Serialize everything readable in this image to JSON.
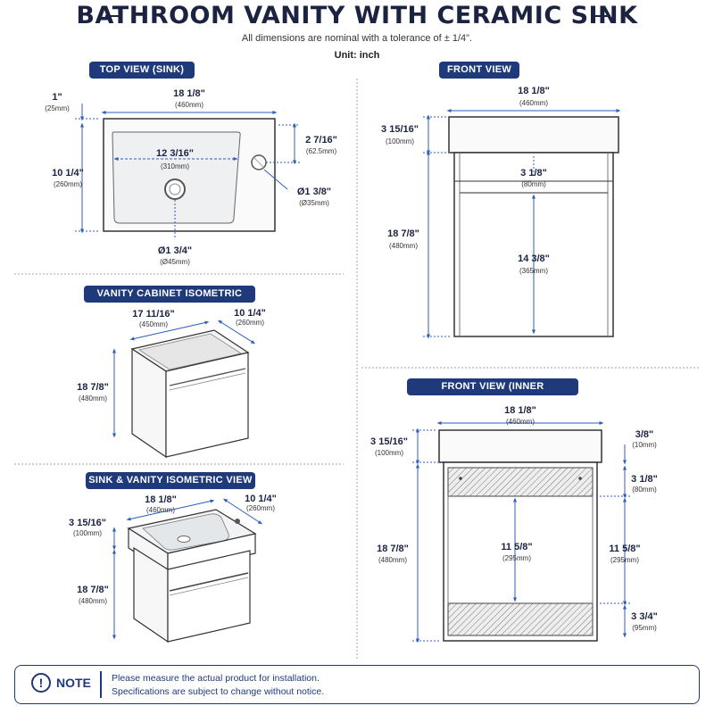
{
  "header": {
    "title": "BATHROOM VANITY WITH CERAMIC SINK",
    "subtitle": "All dimensions are nominal with a tolerance of ± 1/4\".",
    "unit": "Unit: inch"
  },
  "sections": {
    "top_view": "TOP VIEW (SINK)",
    "front_view": "FRONT VIEW",
    "cabinet_iso": "VANITY CABINET ISOMETRIC VIEW",
    "sink_iso": "SINK & VANITY ISOMETRIC VIEW",
    "front_inner": "FRONT VIEW (INNER STRUCTURE)"
  },
  "top_view": {
    "edge_in": "1\"",
    "edge_mm": "(25mm)",
    "width_in": "18 1/8\"",
    "width_mm": "(460mm)",
    "depth_in": "10 1/4\"",
    "depth_mm": "(260mm)",
    "basin_in": "12 3/16\"",
    "basin_mm": "(310mm)",
    "tap_offset_in": "2 7/16\"",
    "tap_offset_mm": "(62.5mm)",
    "tap_hole_in": "Ø1 3/8\"",
    "tap_hole_mm": "(Ø35mm)",
    "drain_in": "Ø1 3/4\"",
    "drain_mm": "(Ø45mm)"
  },
  "front_view": {
    "width_in": "18 1/8\"",
    "width_mm": "(460mm)",
    "sink_h_in": "3 15/16\"",
    "sink_h_mm": "(100mm)",
    "gap_in": "3 1/8\"",
    "gap_mm": "(80mm)",
    "cab_h_in": "18 7/8\"",
    "cab_h_mm": "(480mm)",
    "door_in": "14 3/8\"",
    "door_mm": "(365mm)"
  },
  "cabinet_iso": {
    "width_in": "17 11/16\"",
    "width_mm": "(450mm)",
    "depth_in": "10 1/4\"",
    "depth_mm": "(260mm)",
    "height_in": "18 7/8\"",
    "height_mm": "(480mm)"
  },
  "sink_iso": {
    "width_in": "18 1/8\"",
    "width_mm": "(460mm)",
    "depth_in": "10 1/4\"",
    "depth_mm": "(260mm)",
    "sink_h_in": "3 15/16\"",
    "sink_h_mm": "(100mm)",
    "cab_h_in": "18 7/8\"",
    "cab_h_mm": "(480mm)"
  },
  "front_inner": {
    "width_in": "18 1/8\"",
    "width_mm": "(460mm)",
    "top_panel_in": "3/8\"",
    "top_panel_mm": "(10mm)",
    "sink_h_in": "3 15/16\"",
    "sink_h_mm": "(100mm)",
    "shelf_in": "3 1/8\"",
    "shelf_mm": "(80mm)",
    "cab_h_in": "18 7/8\"",
    "cab_h_mm": "(480mm)",
    "inner_in": "11 5/8\"",
    "inner_mm": "(295mm)",
    "side_in": "11 5/8\"",
    "side_mm": "(295mm)",
    "bottom_in": "3 3/4\"",
    "bottom_mm": "(95mm)"
  },
  "note": {
    "label": "NOTE",
    "line1": "Please measure the actual product for installation.",
    "line2": "Specifications are subject to change without notice."
  },
  "colors": {
    "accent": "#1f3a7a",
    "line": "#3a3f4a",
    "dim": "#2d5fb8"
  }
}
